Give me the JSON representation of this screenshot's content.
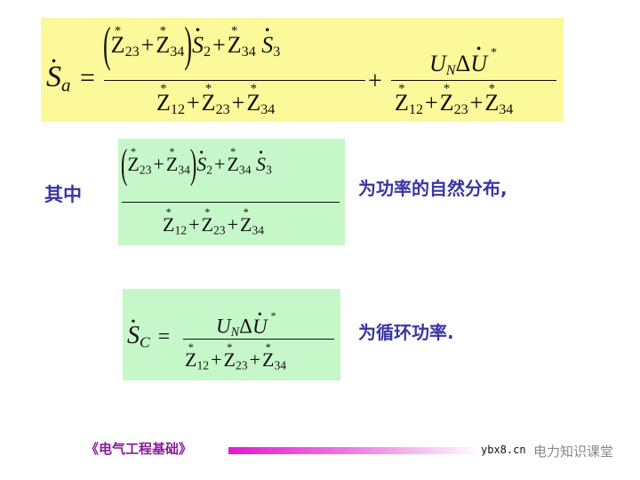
{
  "formula_main": {
    "lhs": {
      "symbol": "S",
      "subscript": "a",
      "accent": "dot"
    },
    "equals": "=",
    "term1": {
      "numerator": {
        "paren_open": "(",
        "z1": {
          "symbol": "Z",
          "subscript": "23",
          "accent": "*"
        },
        "plus1": "+",
        "z2": {
          "symbol": "Z",
          "subscript": "34",
          "accent": "*"
        },
        "paren_close": ")",
        "s1": {
          "symbol": "S",
          "subscript": "2",
          "accent": "dot"
        },
        "plus2": "+",
        "z3": {
          "symbol": "Z",
          "subscript": "34",
          "accent": "*"
        },
        "s2": {
          "symbol": "S",
          "subscript": "3",
          "accent": "dot"
        }
      },
      "denominator": {
        "z1": {
          "symbol": "Z",
          "subscript": "12",
          "accent": "*"
        },
        "plus1": "+",
        "z2": {
          "symbol": "Z",
          "subscript": "23",
          "accent": "*"
        },
        "plus2": "+",
        "z3": {
          "symbol": "Z",
          "subscript": "34",
          "accent": "*"
        }
      }
    },
    "plus": "+",
    "term2": {
      "numerator": {
        "u": "U",
        "u_sub": "N",
        "delta": "Δ",
        "du": "U",
        "du_accents": "dot *"
      },
      "denominator": {
        "z1": {
          "symbol": "Z",
          "subscript": "12",
          "accent": "*"
        },
        "plus1": "+",
        "z2": {
          "symbol": "Z",
          "subscript": "23",
          "accent": "*"
        },
        "plus2": "+",
        "z3": {
          "symbol": "Z",
          "subscript": "34",
          "accent": "*"
        }
      }
    }
  },
  "natural": {
    "label_left": "其中",
    "label_right": "为功率的自然分布,"
  },
  "circulating": {
    "lhs": {
      "symbol": "S",
      "subscript": "C",
      "accent": "dot"
    },
    "equals": "=",
    "label_right": "为循环功率."
  },
  "footer": {
    "title": "《电气工程基础》",
    "watermark_url": "ybx8.cn",
    "watermark_text": "电力知识课堂"
  },
  "colors": {
    "yellow_box": "#fbf99a",
    "green_box": "#c6f7c8",
    "chinese_text": "#3a36a2",
    "footer_title": "#8a1a9a",
    "footer_bar_start": "#e01ad0"
  },
  "sym": {
    "star": "*",
    "dot": "•",
    "Z": "Z",
    "plus": "+",
    "S": "S"
  }
}
